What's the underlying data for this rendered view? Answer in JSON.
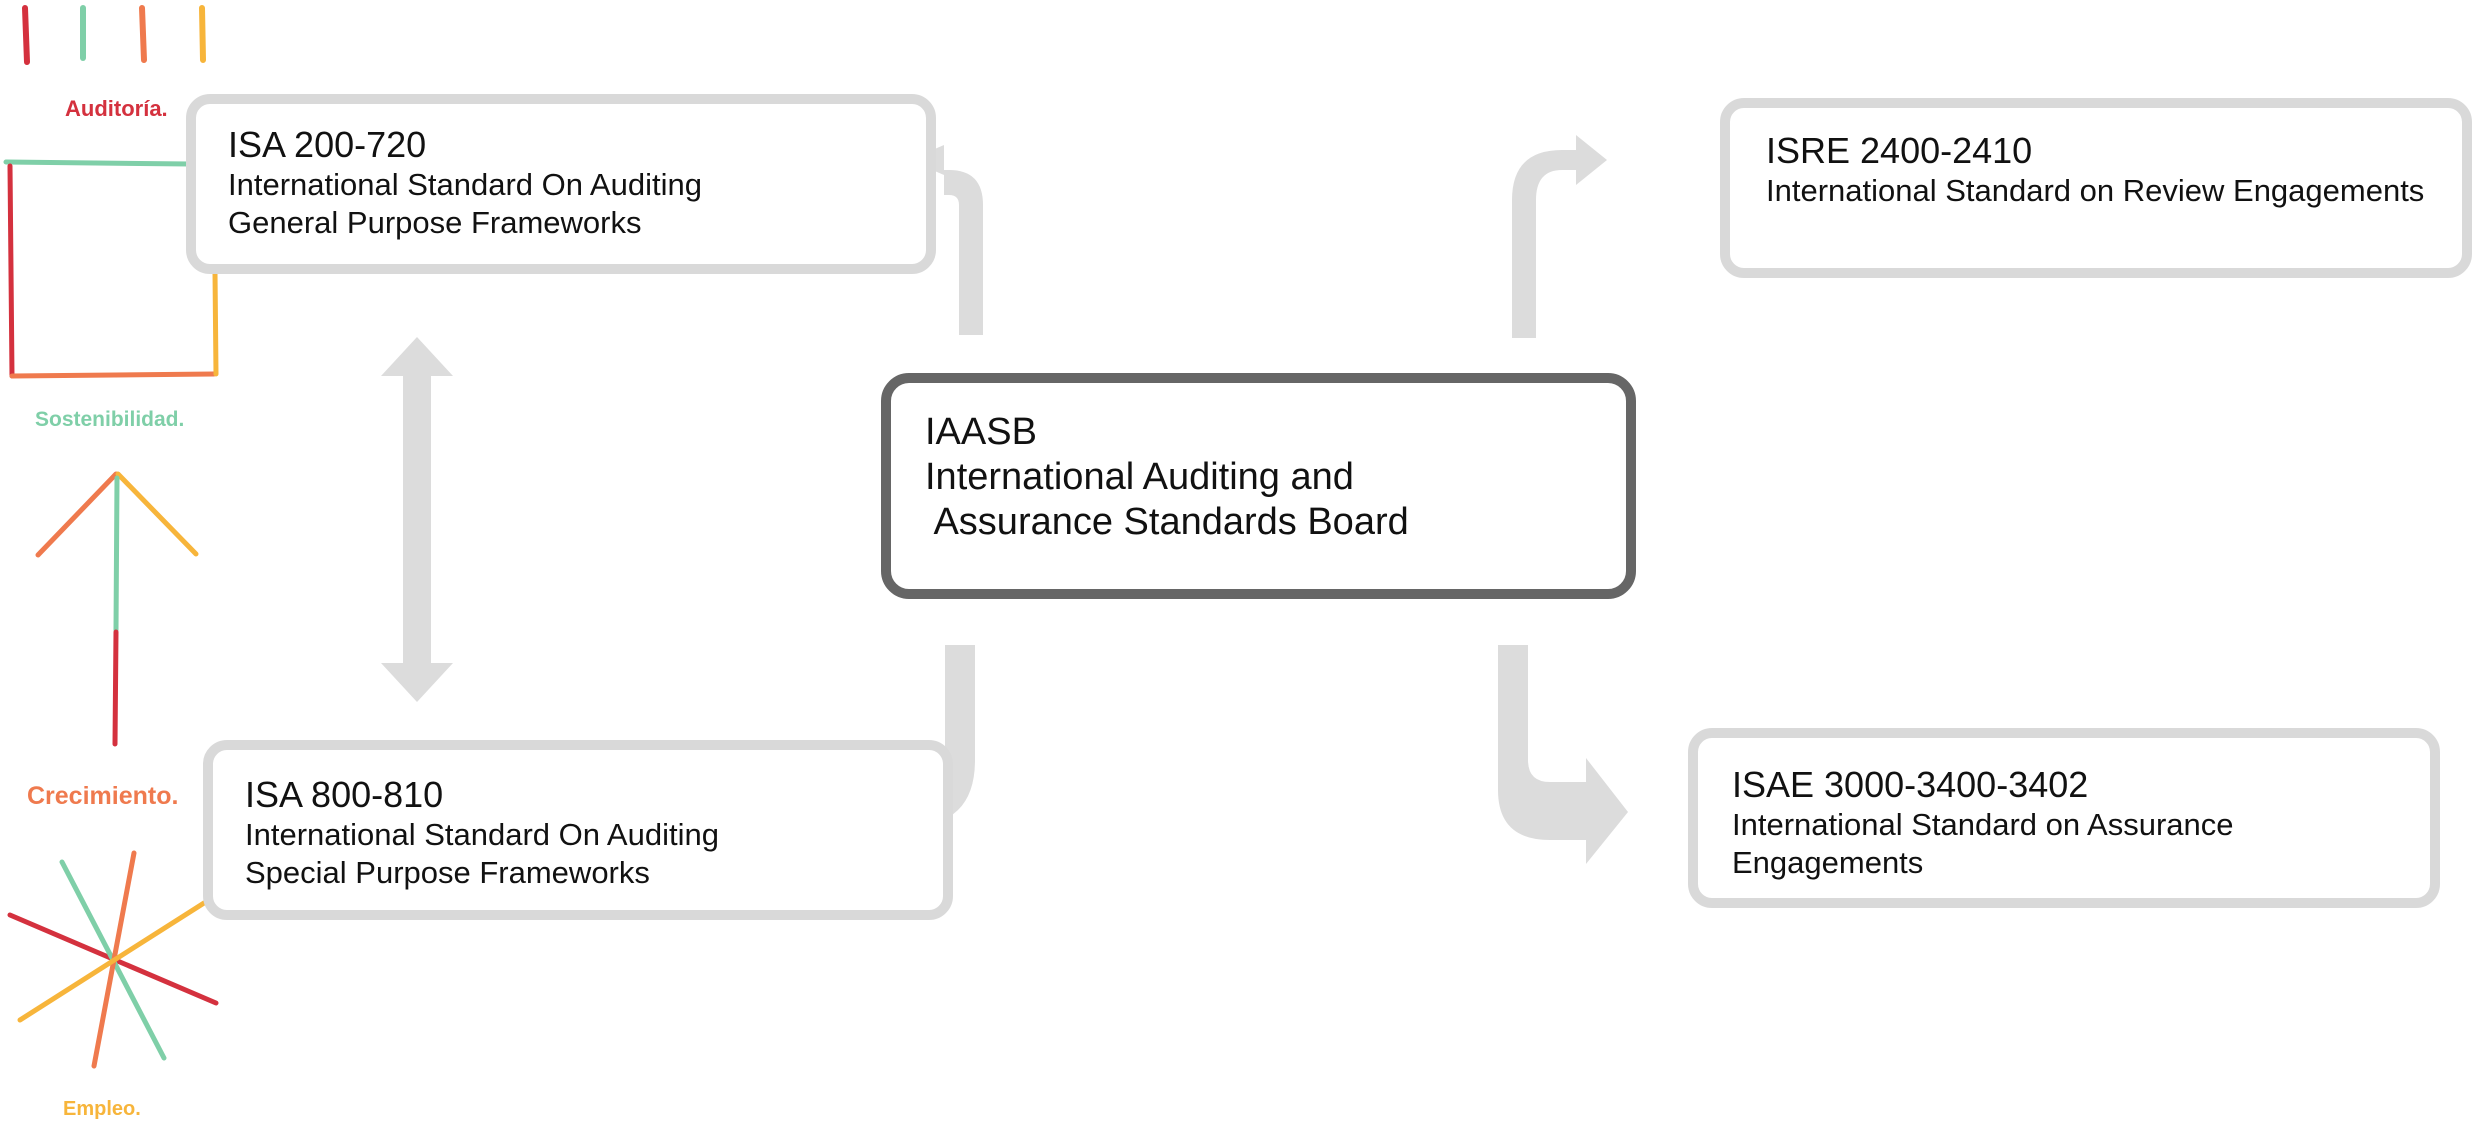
{
  "center": {
    "code": "IAASB",
    "lines": [
      "International Auditing and",
      " Assurance Standards Board"
    ]
  },
  "isa_general": {
    "code": "ISA 200-720",
    "lines": [
      "International Standard On Auditing",
      "General Purpose Frameworks"
    ]
  },
  "isa_special": {
    "code": "ISA 800-810",
    "lines": [
      "International Standard On Auditing",
      "Special Purpose Frameworks"
    ]
  },
  "isre": {
    "code": "ISRE 2400-2410",
    "lines": [
      "International Standard on Review Engagements"
    ]
  },
  "isae": {
    "code": "ISAE 3000-3400-3402",
    "lines": [
      "International Standard on Assurance",
      "Engagements"
    ]
  },
  "decoration": {
    "labels": [
      "Auditoría.",
      "Sostenibilidad.",
      "Crecimiento.",
      "Empleo."
    ],
    "colors": {
      "red": "#d4313e",
      "green": "#7fcfa8",
      "orange": "#ef7a4e",
      "yellow": "#f7b53b"
    }
  },
  "colors": {
    "arrow": "#dcdcdc",
    "box_border": "#d9d9d9",
    "center_border": "#666666"
  }
}
